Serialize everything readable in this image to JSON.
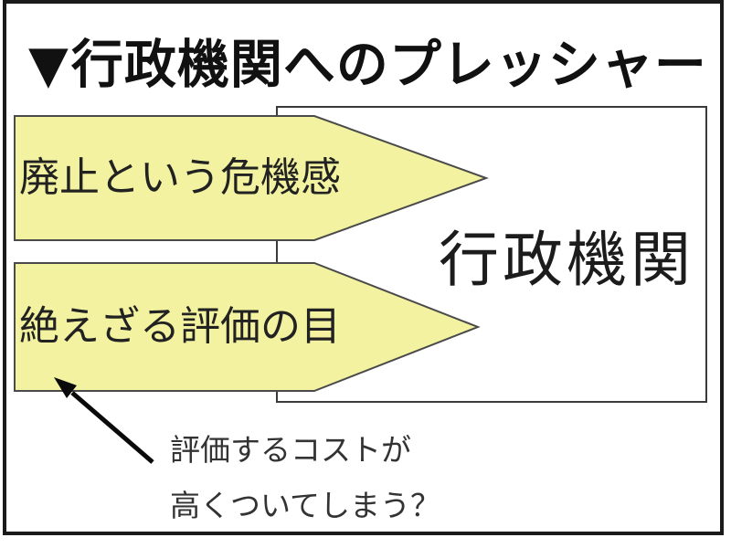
{
  "title": {
    "marker": "▼",
    "text": "行政機関へのプレッシャー"
  },
  "diagram": {
    "agency_box": {
      "label": "行政機関"
    },
    "arrows": [
      {
        "label": "廃止という危機感"
      },
      {
        "label": "絶えざる評価の目"
      }
    ],
    "annotation": {
      "line1": "評価するコストが",
      "line2": "高くついてしまう？"
    }
  },
  "colors": {
    "arrow_fill": "#F2F2A0",
    "arrow_stroke": "#4a4a4a",
    "annotation_arrow": "#0a0a0a"
  }
}
